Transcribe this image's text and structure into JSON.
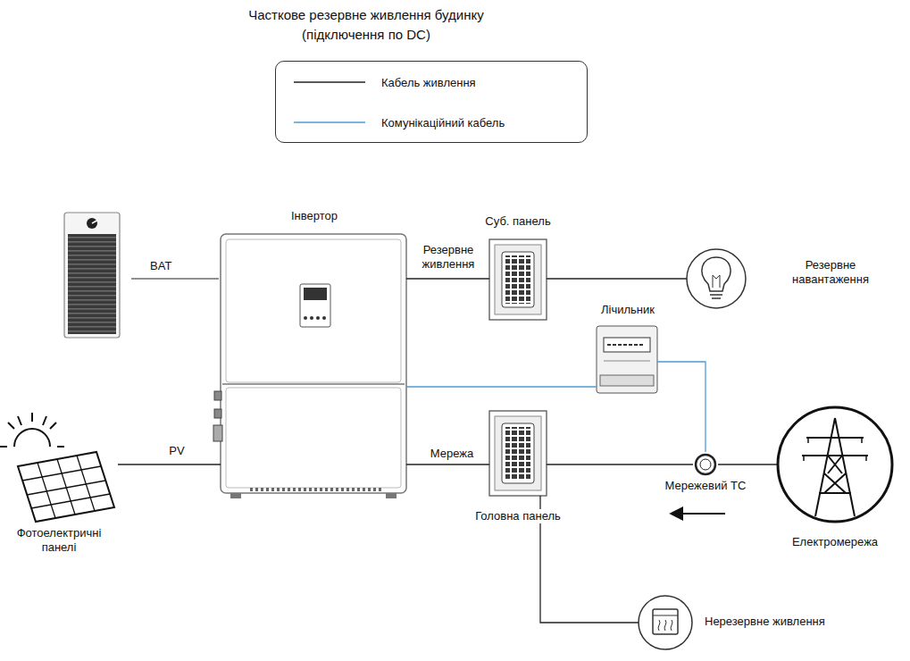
{
  "diagram": {
    "title": "Часткове резервне живлення будинку (підключення по DC)",
    "nodes": [
      {
        "text": [
          "Інвертор"
        ]
      },
      {
        "text": [
          "Суб. панель"
        ]
      },
      {
        "text": [
          "Резервне навантаження"
        ]
      },
      {
        "text": [
          "Лічильник"
        ]
      },
      {
        "text": [
          "Фотоелектричні панелі"
        ]
      },
      {
        "text": [
          "Головна панель"
        ]
      },
      {
        "text": [
          "Мережевий ТС"
        ]
      },
      {
        "text": [
          "Електромережа"
        ]
      },
      {
        "text": [
          "Нерезервне живлення"
        ]
      }
    ],
    "edges": [
      {
        "from": 4,
        "to": 0,
        "arrow": "none",
        "label": "PV"
      },
      {
        "from": 0,
        "to": 1,
        "arrow": "none",
        "label": "Резервне живлення"
      },
      {
        "from": 1,
        "to": 2,
        "arrow": "none"
      },
      {
        "from": 0,
        "to": 3,
        "arrow": "none"
      },
      {
        "from": 3,
        "to": 6,
        "arrow": "none"
      },
      {
        "from": 0,
        "to": 5,
        "arrow": "none",
        "label": "Мережа"
      },
      {
        "from": 5,
        "to": 6,
        "arrow": "none"
      },
      {
        "from": 6,
        "to": 7,
        "arrow": "none"
      },
      {
        "from": 5,
        "to": 8,
        "arrow": "none"
      }
    ],
    "labels": [
      "BAT"
    ],
    "legend": [
      {
        "text": "Кабель живлення"
      },
      {
        "text": "Комунікаційний кабель"
      }
    ]
  }
}
